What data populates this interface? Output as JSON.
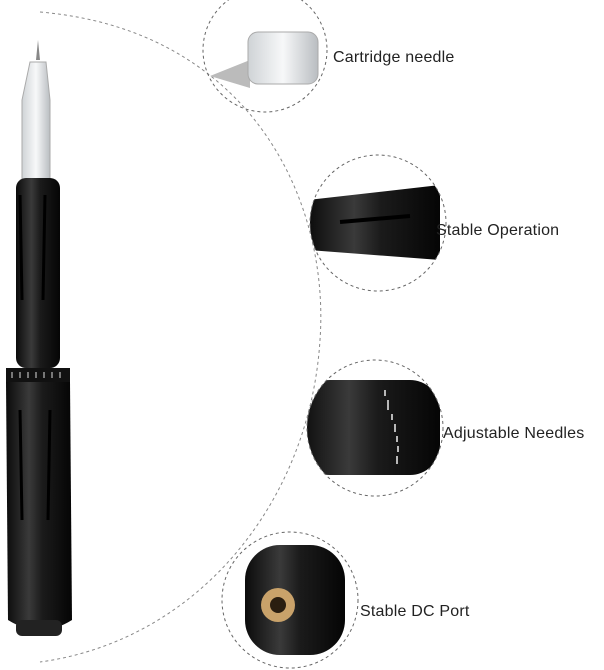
{
  "features": [
    {
      "label": "Cartridge needle",
      "icon": "cartridge-needle-icon"
    },
    {
      "label": "Stable Operation",
      "icon": "pen-grip-icon"
    },
    {
      "label": "Adjustable Needles",
      "icon": "adjustment-scale-icon"
    },
    {
      "label": "Stable DC Port",
      "icon": "dc-port-icon"
    }
  ],
  "colors": {
    "pen_body": "#1a1a1a",
    "dc_port": "#c9a26a",
    "dashed_line": "#888888"
  }
}
